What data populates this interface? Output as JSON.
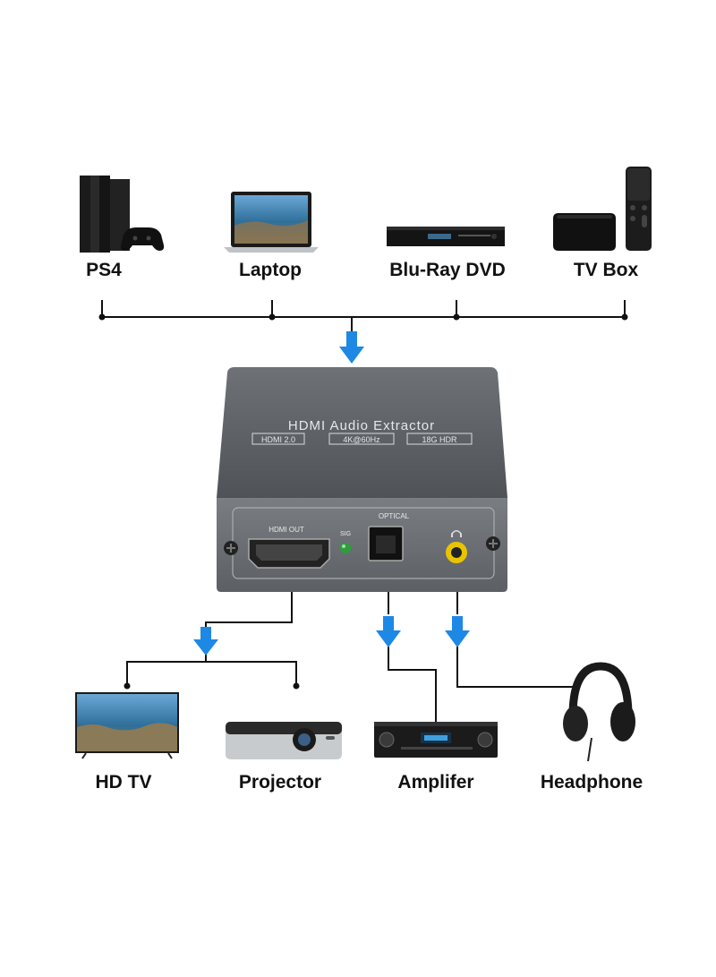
{
  "sources": [
    {
      "label": "PS4",
      "icon": "ps4-console-icon"
    },
    {
      "label": "Laptop",
      "icon": "laptop-icon"
    },
    {
      "label": "Blu-Ray DVD",
      "icon": "bluray-player-icon"
    },
    {
      "label": "TV Box",
      "icon": "tv-box-icon"
    }
  ],
  "device": {
    "title": "HDMI Audio Extractor",
    "badges": [
      "HDMI 2.0",
      "4K@60Hz",
      "18G HDR"
    ],
    "ports": {
      "hdmi_out": "HDMI OUT",
      "sig": "SIG",
      "optical": "OPTICAL"
    }
  },
  "outputs": [
    {
      "label": "HD TV",
      "icon": "tv-icon"
    },
    {
      "label": "Projector",
      "icon": "projector-icon"
    },
    {
      "label": "Amplifer",
      "icon": "amplifier-icon"
    },
    {
      "label": "Headphone",
      "icon": "headphone-icon"
    }
  ],
  "colors": {
    "arrow": "#1e88e5",
    "line": "#111111",
    "device_body": "#5d6064",
    "device_front": "#6b6f74",
    "sig_led": "#2e9e3a",
    "audio_jack": "#e8c400"
  }
}
